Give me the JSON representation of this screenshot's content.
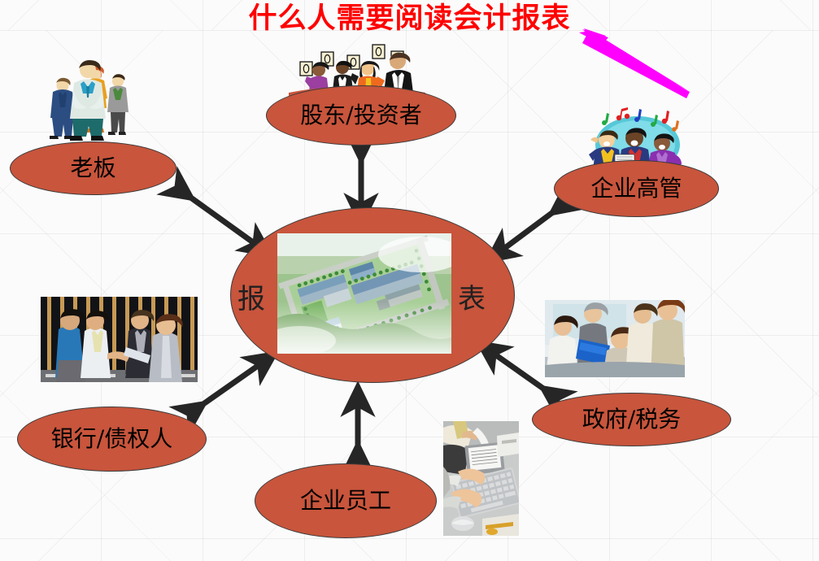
{
  "slide": {
    "title": "什么人需要阅读会计报表",
    "title_color": "#ff0000",
    "background_color": "#fbfbfb",
    "node_fill_color": "#c8553c",
    "node_border_color": "#3a3a3a",
    "arrow_color": "#262626",
    "highlight_arrow_color": "#ff00ff"
  },
  "center": {
    "left_char": "报",
    "right_char": "表",
    "image_name": "factory-aerial-photo"
  },
  "nodes": [
    {
      "id": "boss",
      "label": "老板",
      "position": "top-left"
    },
    {
      "id": "shareholders",
      "label": "股东/投资者",
      "position": "top-center"
    },
    {
      "id": "executives",
      "label": "企业高管",
      "position": "top-right"
    },
    {
      "id": "government",
      "label": "政府/税务",
      "position": "bottom-right"
    },
    {
      "id": "employees",
      "label": "企业员工",
      "position": "bottom-center"
    },
    {
      "id": "bank",
      "label": "银行/债权人",
      "position": "bottom-left"
    }
  ],
  "images": [
    {
      "id": "boss-group",
      "name": "business-team-clipart"
    },
    {
      "id": "voters",
      "name": "shareholders-voting-clipart"
    },
    {
      "id": "singers",
      "name": "executives-singing-clipart"
    },
    {
      "id": "meeting",
      "name": "government-meeting-photo"
    },
    {
      "id": "handshake",
      "name": "bank-handshake-photo"
    },
    {
      "id": "keyboard",
      "name": "employee-data-entry-photo"
    }
  ],
  "arrows": [
    {
      "id": "center-to-boss",
      "type": "double"
    },
    {
      "id": "center-to-shareholders",
      "type": "double"
    },
    {
      "id": "center-to-executives",
      "type": "double"
    },
    {
      "id": "center-to-government",
      "type": "double"
    },
    {
      "id": "center-to-employees",
      "type": "double"
    },
    {
      "id": "center-to-bank",
      "type": "double"
    },
    {
      "id": "title-pointer",
      "type": "single"
    }
  ]
}
